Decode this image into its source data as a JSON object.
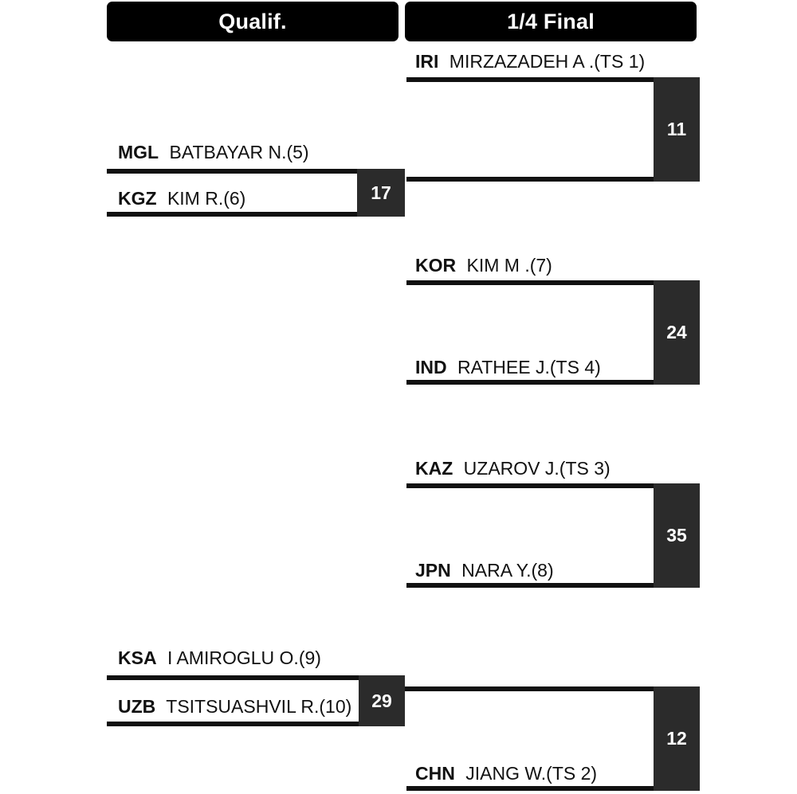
{
  "headers": {
    "qualif": "Qualif.",
    "quarter": "1/4 Final"
  },
  "colors": {
    "header_bg": "#000000",
    "header_text": "#ffffff",
    "rail": "#111111",
    "score_box_bg": "#2b2b2b",
    "score_box_text": "#ffffff",
    "page_bg": "#ffffff"
  },
  "rounds": [
    {
      "id": "qualif",
      "label": "Qualif.",
      "matches": [
        {
          "id": "qualif-match-17",
          "number": "17",
          "top_player": {
            "code": "MGL",
            "name": "BATBAYAR N.(5)"
          },
          "bottom_player": {
            "code": "KGZ",
            "name": "KIM R.(6)"
          }
        },
        {
          "id": "qualif-match-29",
          "number": "29",
          "top_player": {
            "code": "KSA",
            "name": "I AMIROGLU O.(9)"
          },
          "bottom_player": {
            "code": "UZB",
            "name": "TSITSUASHVIL R.(10)"
          }
        }
      ]
    },
    {
      "id": "quarter",
      "label": "1/4 Final",
      "matches": [
        {
          "id": "quarter-match-11",
          "number": "11",
          "top_player": {
            "code": "IRI",
            "name": "MIRZAZADEH A .(TS 1)"
          },
          "bottom_player": {
            "code": "",
            "name": ""
          }
        },
        {
          "id": "quarter-match-24",
          "number": "24",
          "top_player": {
            "code": "KOR",
            "name": "KIM M .(7)"
          },
          "bottom_player": {
            "code": "IND",
            "name": "RATHEE J.(TS 4)"
          }
        },
        {
          "id": "quarter-match-35",
          "number": "35",
          "top_player": {
            "code": "KAZ",
            "name": "UZAROV J.(TS 3)"
          },
          "bottom_player": {
            "code": "JPN",
            "name": "NARA Y.(8)"
          }
        },
        {
          "id": "quarter-match-12",
          "number": "12",
          "top_player": {
            "code": "",
            "name": ""
          },
          "bottom_player": {
            "code": "CHN",
            "name": "JIANG W.(TS 2)"
          }
        }
      ]
    }
  ]
}
